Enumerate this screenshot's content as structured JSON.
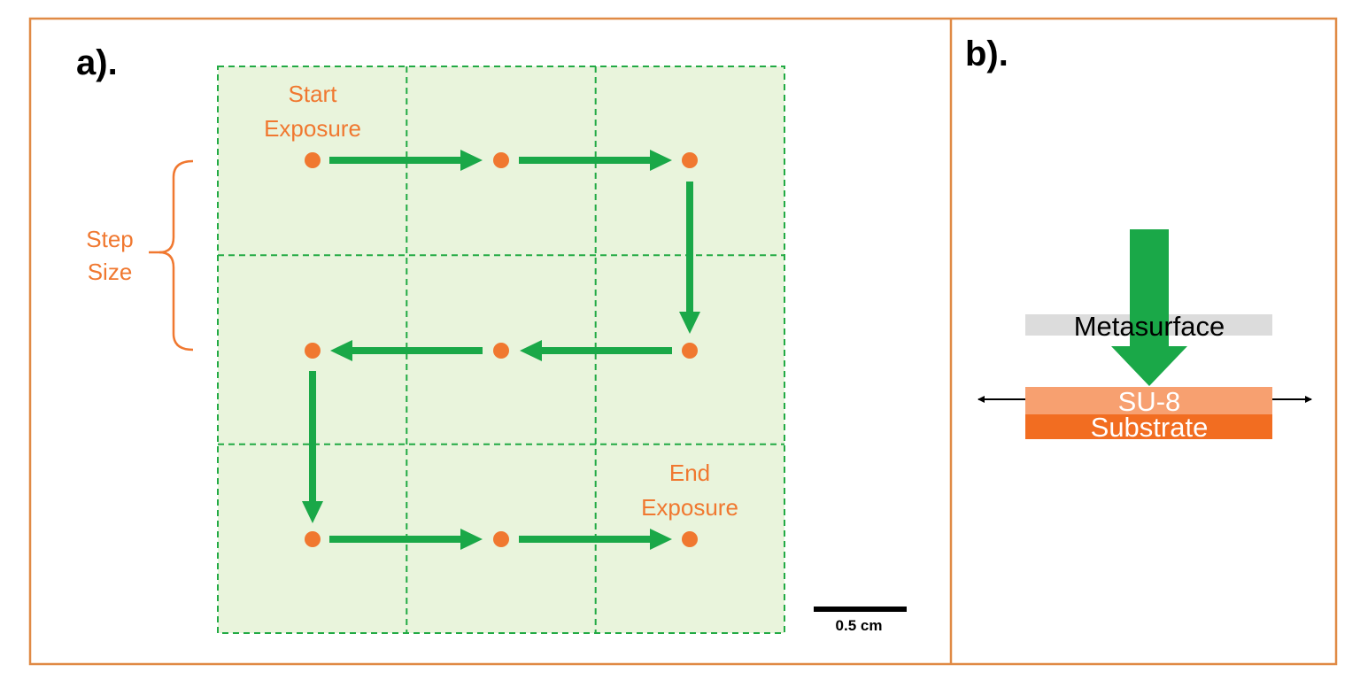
{
  "panel_a": {
    "label": "a).",
    "grid": {
      "rows": 3,
      "cols": 3
    },
    "start_label_line1": "Start",
    "start_label_line2": "Exposure",
    "end_label_line1": "End",
    "end_label_line2": "Exposure",
    "step_label_line1": "Step",
    "step_label_line2": "Size",
    "scale_bar_label": "0.5 cm",
    "exposure_points": 9,
    "path_order": [
      "r1c1",
      "r1c2",
      "r1c3",
      "r2c3",
      "r2c2",
      "r2c1",
      "r3c1",
      "r3c2",
      "r3c3"
    ]
  },
  "panel_b": {
    "label": "b).",
    "metasurface_label": "Metasurface",
    "su8_label": "SU-8",
    "substrate_label": "Substrate"
  },
  "colors": {
    "frame": "#e08a45",
    "grid_fill": "#e9f4dc",
    "grid_line": "#22aa44",
    "arrow": "#1aa848",
    "dot": "#f07830",
    "label_orange": "#f07830",
    "metasurface": "#dcdcdc",
    "su8": "#f7a070",
    "substrate": "#f26d21"
  }
}
